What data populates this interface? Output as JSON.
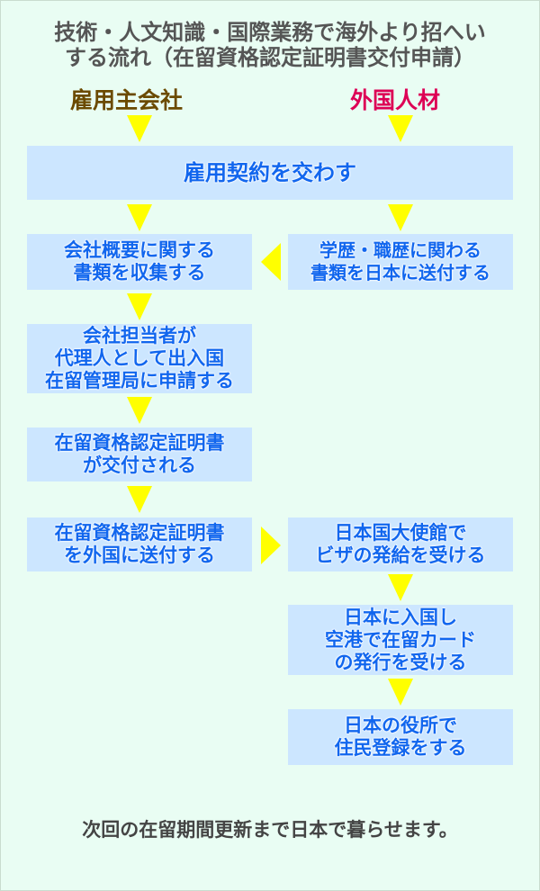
{
  "title": {
    "line1": "技術・人文知識・国際業務で海外より招へい",
    "line2": "する流れ（在留資格認定証明書交付申請）"
  },
  "headers": {
    "employer": "雇用主会社",
    "employer_color": "#6b4a00",
    "foreign": "外国人材",
    "foreign_color": "#dd0055"
  },
  "steps": {
    "contract": "雇用契約を交わす",
    "company_docs": "会社概要に関する\n書類を収集する",
    "candidate_docs": "学歴・職歴に関わる\n書類を日本に送付する",
    "apply": "会社担当者が\n代理人として出入国\n在留管理局に申請する",
    "issued": "在留資格認定証明書\nが交付される",
    "send_abroad": "在留資格認定証明書\nを外国に送付する",
    "visa": "日本国大使館で\nビザの発給を受ける",
    "entry": "日本に入国し\n空港で在留カード\nの発行を受ける",
    "register": "日本の役所で\n住民登録をする"
  },
  "footer": "次回の在留期間更新まで日本で暮らせます。"
}
